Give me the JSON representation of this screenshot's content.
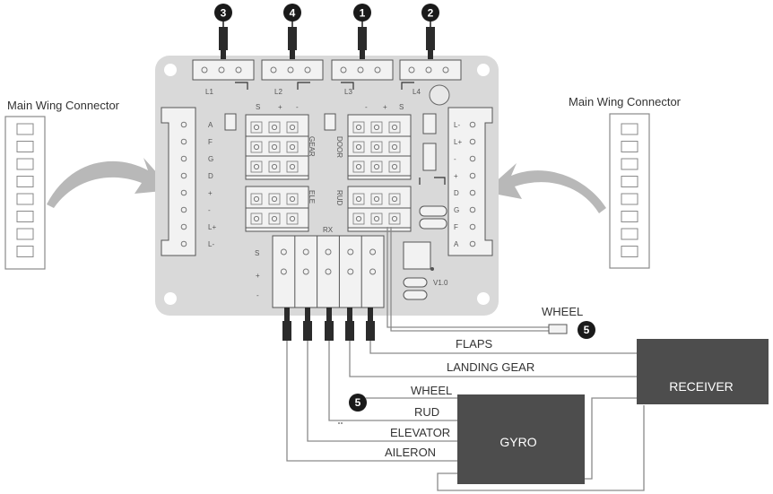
{
  "colors": {
    "board": "#d9d9d9",
    "box": "#4d4d4d",
    "wire": "#8a8a8a",
    "text": "#333333",
    "badge": "#1a1a1a"
  },
  "connectors": {
    "left_label": "Main Wing Connector",
    "right_label": "Main Wing Connector"
  },
  "top_ports": [
    {
      "badge": "3",
      "label": "L1"
    },
    {
      "badge": "4",
      "label": "L2"
    },
    {
      "badge": "1",
      "label": "L3"
    },
    {
      "badge": "2",
      "label": "L4"
    }
  ],
  "left_pins": [
    "A",
    "F",
    "G",
    "D",
    "+",
    "-",
    "L+",
    "L-"
  ],
  "right_pins": [
    "L-",
    "L+",
    "-",
    "+",
    "D",
    "G",
    "F",
    "A"
  ],
  "board_labels": {
    "gear": "GEAR",
    "door": "DOOR",
    "ele": "ELE",
    "rud": "RUD",
    "rx": "RX",
    "version": "V1.0",
    "s": "S",
    "plus": "+",
    "minus": "-"
  },
  "wheel_top": {
    "label": "WHEEL",
    "badge": "5"
  },
  "wires": {
    "flaps": "FLAPS",
    "landing_gear": "LANDING GEAR",
    "wheel": "WHEEL",
    "wheel_badge": "5",
    "rud": "RUD",
    "elevator": "ELEVATOR",
    "aileron": "AILERON"
  },
  "boxes": {
    "receiver": "RECEIVER",
    "gyro": "GYRO"
  }
}
